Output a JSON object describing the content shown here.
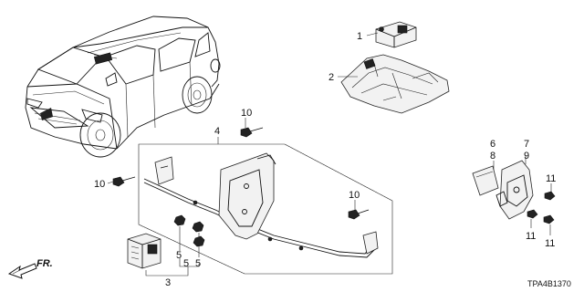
{
  "diagram": {
    "code": "TPA4B1370",
    "direction_label": "FR.",
    "callouts": {
      "c1": "1",
      "c2": "2",
      "c3": "3",
      "c4": "4",
      "c5a": "5",
      "c5b": "5",
      "c5c": "5",
      "c6": "6",
      "c7": "7",
      "c8": "8",
      "c9": "9",
      "c10a": "10",
      "c10b": "10",
      "c10c": "10",
      "c11a": "11",
      "c11b": "11",
      "c11c": "11"
    }
  }
}
